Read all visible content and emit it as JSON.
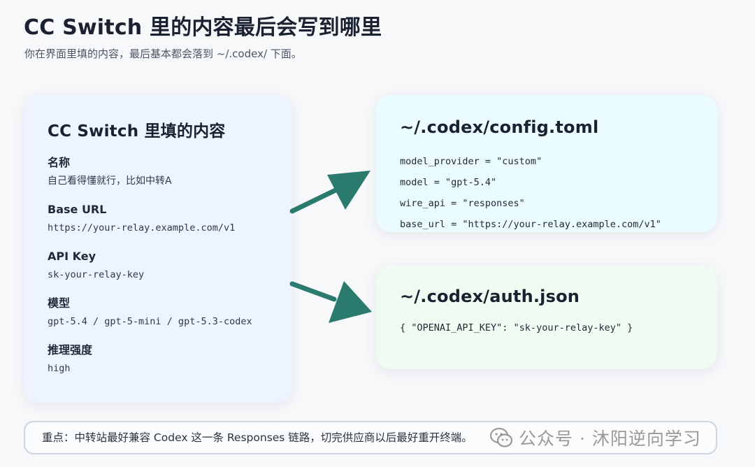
{
  "header": {
    "title": "CC Switch 里的内容最后会写到哪里",
    "subtitle": "你在界面里填的内容，最后基本都会落到 ~/.codex/ 下面。"
  },
  "left_card": {
    "title": "CC Switch 里填的内容",
    "fields": [
      {
        "label": "名称",
        "value": "自己看得懂就行，比如中转A"
      },
      {
        "label": "Base URL",
        "value": "https://your-relay.example.com/v1"
      },
      {
        "label": "API Key",
        "value": "sk-your-relay-key"
      },
      {
        "label": "模型",
        "value": "gpt-5.4 / gpt-5-mini / gpt-5.3-codex"
      },
      {
        "label": "推理强度",
        "value": "high"
      }
    ]
  },
  "config_card": {
    "title": "~/.codex/config.toml",
    "lines": [
      "model_provider = \"custom\"",
      "model = \"gpt-5.4\"",
      "wire_api = \"responses\"",
      "base_url = \"https://your-relay.example.com/v1\""
    ]
  },
  "auth_card": {
    "title": "~/.codex/auth.json",
    "lines": [
      "{ \"OPENAI_API_KEY\": \"sk-your-relay-key\" }"
    ]
  },
  "note": {
    "text": "重点：中转站最好兼容 Codex 这一条 Responses 链路，切完供应商以后最好重开终端。"
  },
  "watermark": {
    "text": "公众号 · 沐阳逆向学习",
    "icon": "wechat-icon"
  },
  "colors": {
    "arrow": "#2a7a6d",
    "left_card_bg": "#eef4ff",
    "config_card_bg": "#eafcff",
    "auth_card_bg": "#f0fbf1"
  }
}
